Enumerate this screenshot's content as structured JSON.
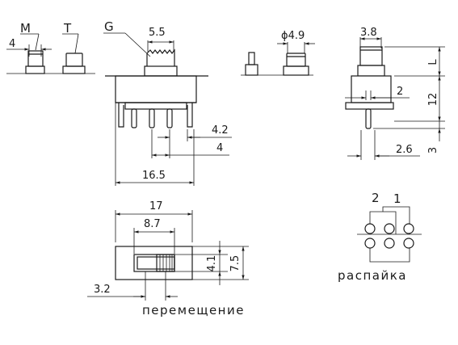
{
  "labels": {
    "m": "M",
    "t": "T",
    "g": "G",
    "movement": "перемещение",
    "soldering": "распайка"
  },
  "dims": {
    "m_width": "4",
    "g_width": "5.5",
    "diameter": "ϕ4.9",
    "side_top": "3.8",
    "side_pin": "2",
    "pin_spacing_a": "4.2",
    "pin_spacing_b": "4",
    "body_width": "16.5",
    "side_l": "L",
    "side_h": "12",
    "side_pin_len": "3",
    "side_pitch": "2.6",
    "top_width": "17",
    "slot_width": "8.7",
    "slot_h": "4.1",
    "body_h": "7.5",
    "offset": "3.2"
  },
  "pins": {
    "pin_2": "2",
    "pin_1": "1"
  }
}
